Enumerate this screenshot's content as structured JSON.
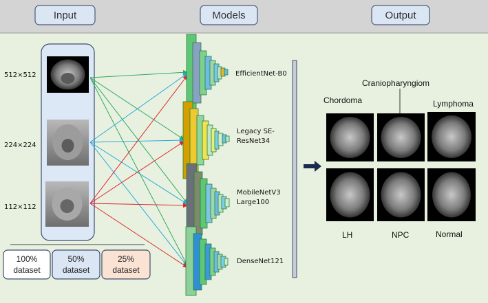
{
  "headers": {
    "input": "Input",
    "models": "Models",
    "output": "Output"
  },
  "input": {
    "resolutions": [
      "512×512",
      "224×224",
      "112×112"
    ]
  },
  "datasets": [
    {
      "line1": "100%",
      "line2": "dataset",
      "color": "#ffffff"
    },
    {
      "line1": "50%",
      "line2": "dataset",
      "color": "#dbe6f4"
    },
    {
      "line1": "25%",
      "line2": "dataset",
      "color": "#fbe3d4"
    }
  ],
  "models": [
    {
      "line1": "EfficientNet-B0",
      "line2": ""
    },
    {
      "line1": "Legacy SE-",
      "line2": "ResNet34"
    },
    {
      "line1": "MobileNetV3",
      "line2": "Large100"
    },
    {
      "line1": "DenseNet121",
      "line2": ""
    }
  ],
  "output": {
    "classes_top": [
      "Chordoma",
      "Craniopharyngiom",
      "Lymphoma"
    ],
    "classes_bottom": [
      "LH",
      "NPC",
      "Normal"
    ]
  },
  "colors": {
    "background": "#e8f1e0",
    "header_band": "#d4d4d4",
    "line_green": "#2eaa5c",
    "line_blue": "#29a9d8",
    "line_red": "#e0242a",
    "input_panel": "#dde8f6"
  },
  "icons": {
    "arrow": "right-arrow-icon"
  }
}
